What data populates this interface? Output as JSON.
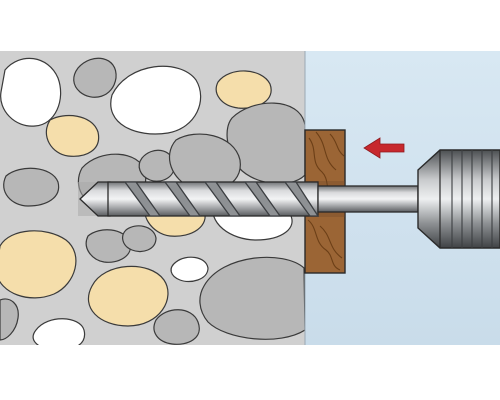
{
  "diagram": {
    "kind": "drilling-through-fixture-illustration",
    "parts": [
      "concrete-wall",
      "aggregate-stones",
      "wooden-fixture",
      "drill-bit",
      "drill-chuck",
      "direction-arrow"
    ],
    "colors": {
      "concrete": "#cfcfcf",
      "stone_gray": "#b3b3b3",
      "stone_white": "#ffffff",
      "stone_sand": "#f6dfad",
      "background": "#d2e4f0",
      "wood": "#9a6433",
      "wood_grain": "#6e4018",
      "steel": "#c2c4c6",
      "steel_dark": "#5d6063",
      "arrow": "#c7282d",
      "outline": "#2a2a2a"
    },
    "arrow_direction": "left",
    "icons": [
      "drill-chuck-icon",
      "left-arrow-icon"
    ]
  }
}
